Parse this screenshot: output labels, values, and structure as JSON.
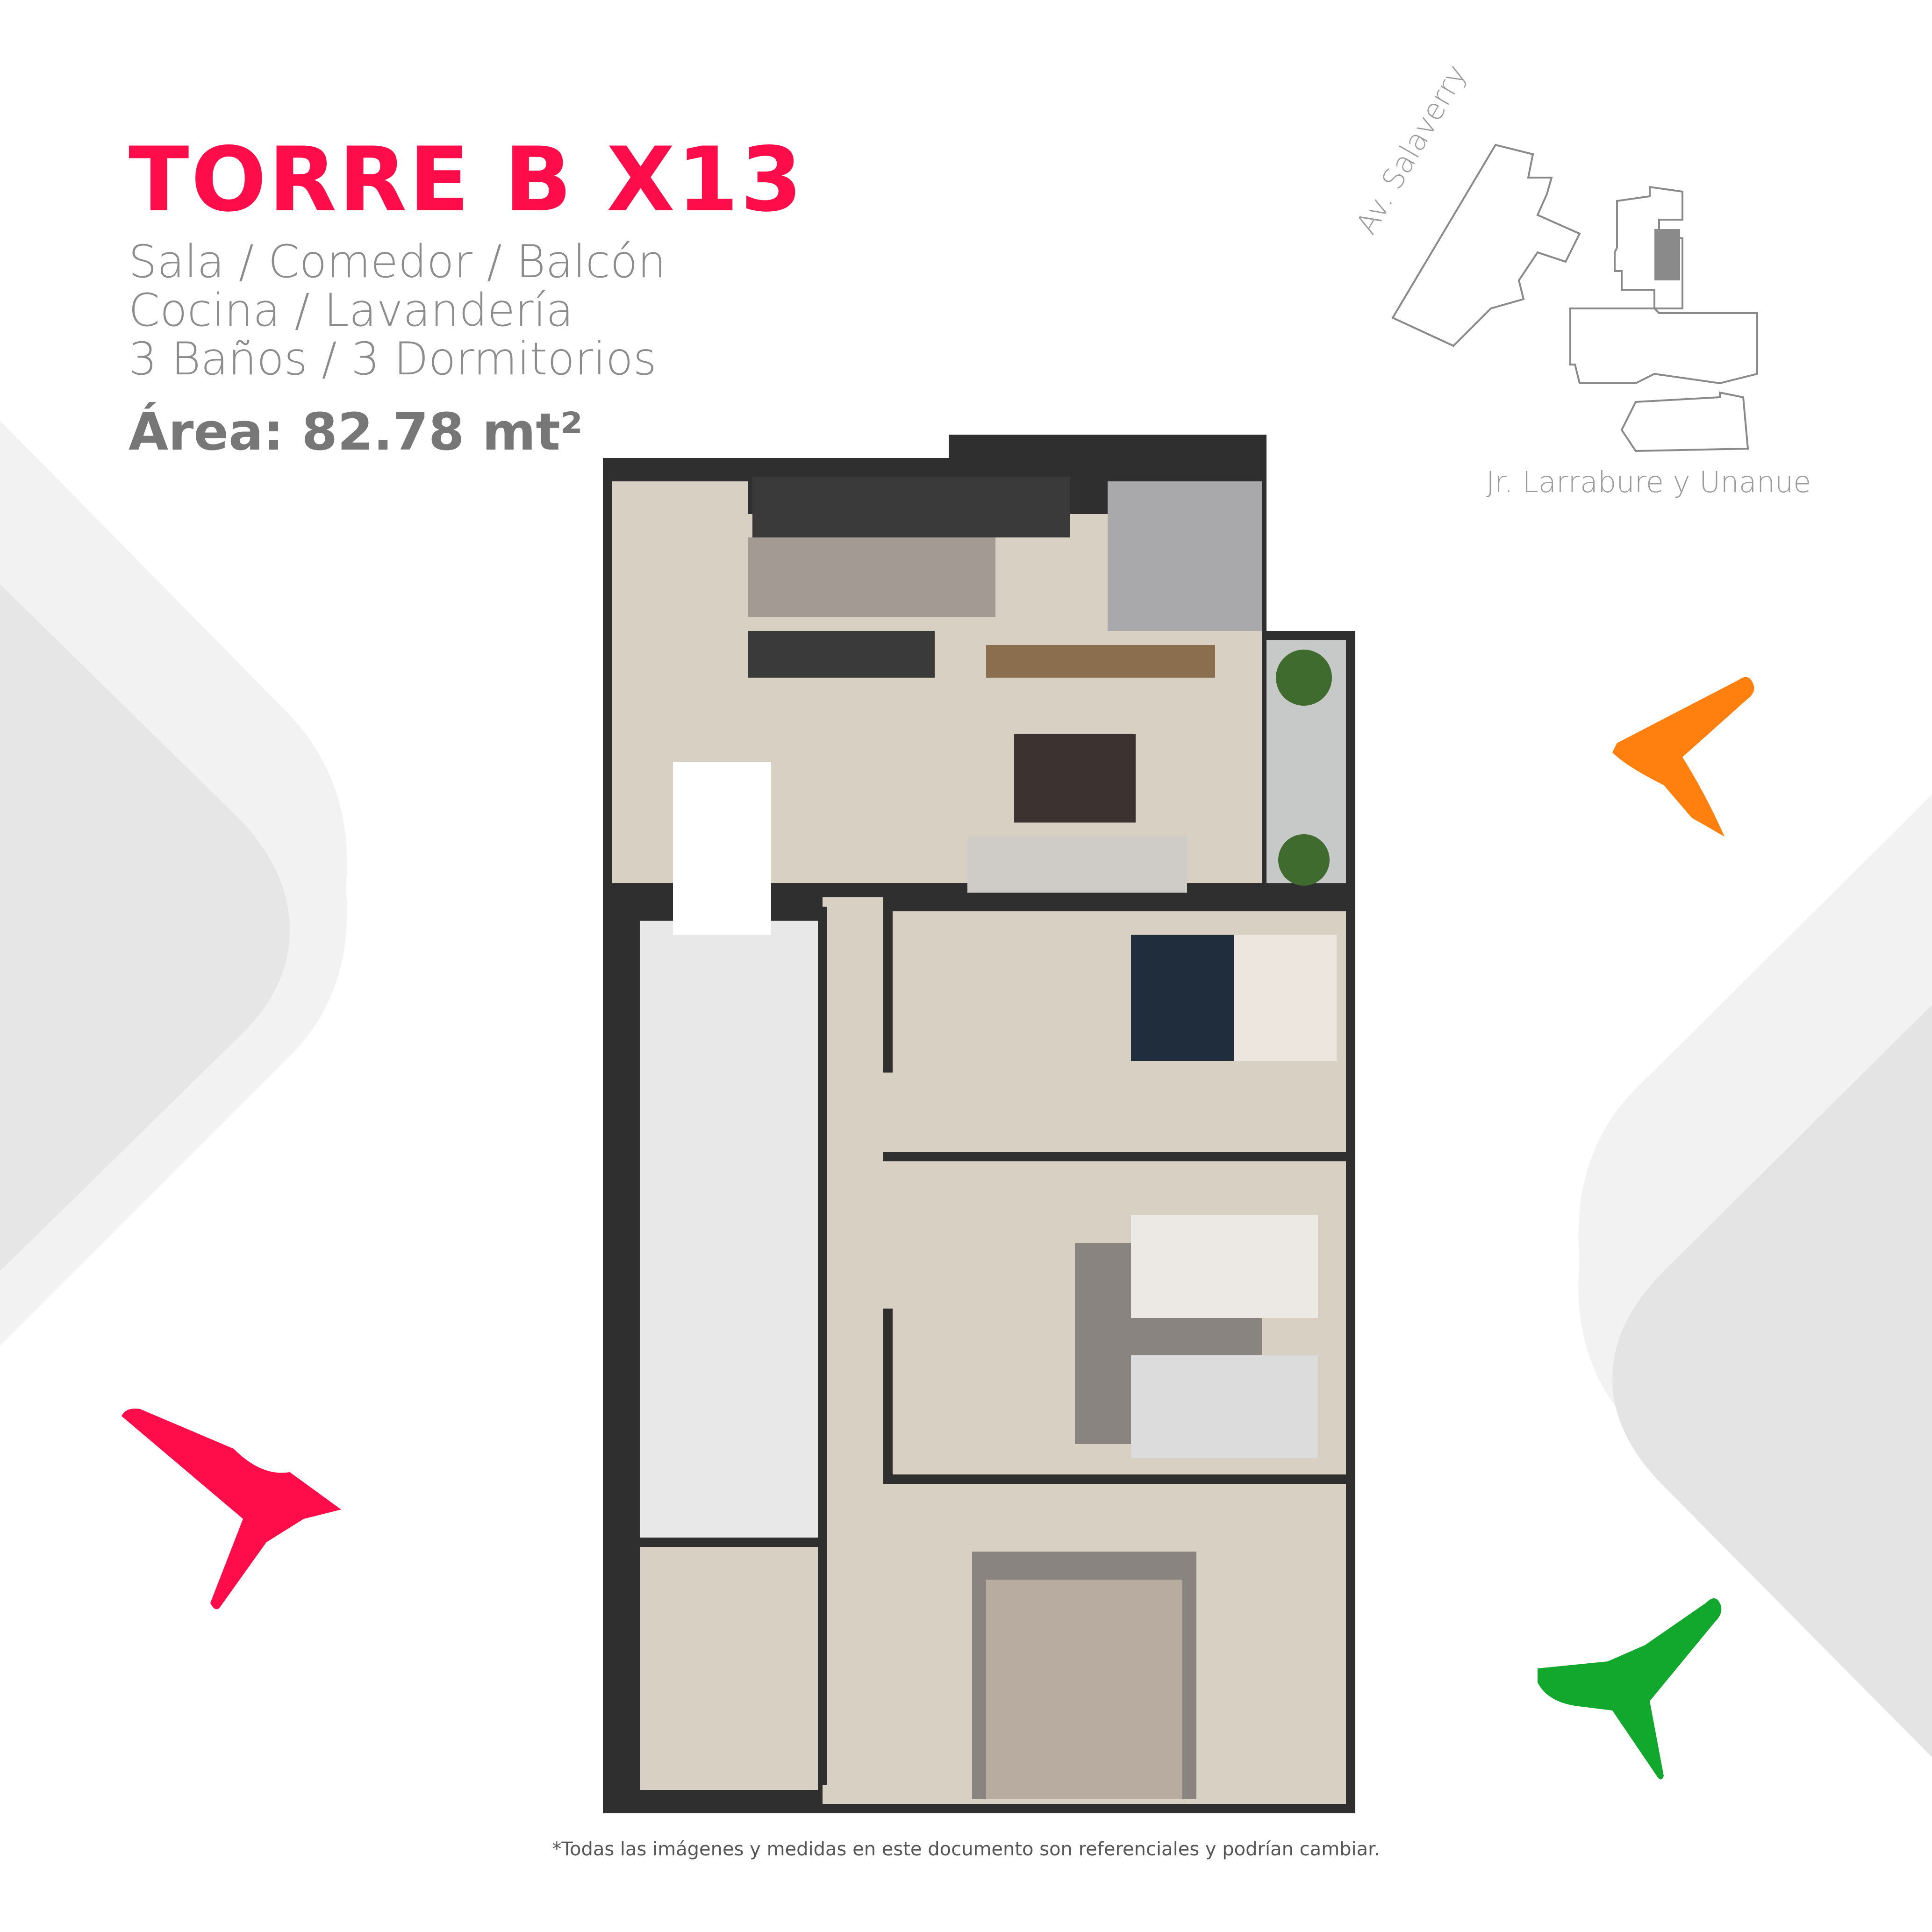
{
  "unit": {
    "title": "TORRE B X13",
    "features": [
      "Sala / Comedor / Balcón",
      "Cocina / Lavandería",
      "3 Baños / 3 Dormitorios"
    ],
    "area": "Área: 82.78 mt²"
  },
  "location_map": {
    "street_top": "Av. Salaverry",
    "street_bottom": "Jr. Larrabure y Unanue"
  },
  "disclaimer": "*Todas las imágenes y medidas en este documento son referenciales y podrían cambiar.",
  "colors": {
    "title": "#ff0d4a",
    "text_gray": "#8c8c8c",
    "area_gray": "#777777",
    "bird_orange": "#ff7f0f",
    "bird_red": "#ff0d4a",
    "bird_green": "#12a82e",
    "wall": "#2f2f2f",
    "floor_wood": "#d6cfc1",
    "tile": "#c9c9c9",
    "highlight_unit": "#8a8a8a"
  },
  "icons": [
    "bird-icon-orange",
    "bird-icon-red",
    "bird-icon-green"
  ]
}
